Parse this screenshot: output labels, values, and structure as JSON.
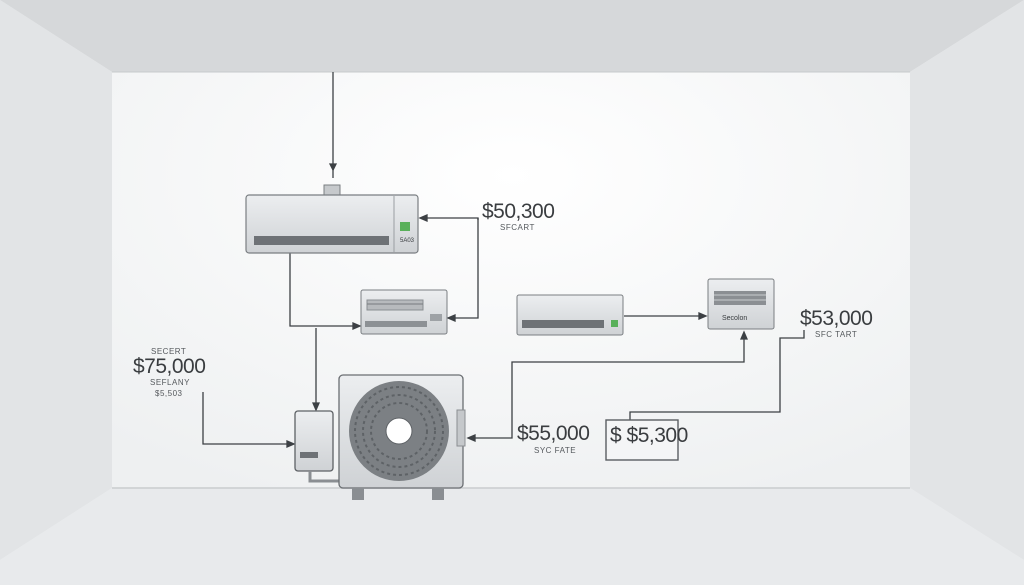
{
  "colors": {
    "wall": "#eef0f1",
    "ceiling": "#d7d9db",
    "floor": "#e4e6e8",
    "line": "#3c4044",
    "unit_body": "#dcdfe1",
    "led": "#59b05a"
  },
  "units": {
    "indoor_wall": {
      "small_label": "5A03",
      "has_led": true
    },
    "indoor_ceiling_cassette": {
      "has_led": false
    },
    "indoor_right_wall": {
      "has_led": true
    },
    "indoor_vent": {
      "label": "Secolon"
    },
    "outdoor_condenser": {
      "icon": "fan-icon"
    },
    "controller": {
      "icon": "control-box-icon"
    }
  },
  "annotations": {
    "top": {
      "price": "$50,300",
      "sub": "SFCART"
    },
    "left": {
      "top_label": "SECERT",
      "price": "$75,000",
      "sub1": "SEFLANY",
      "sub2": "$5,503"
    },
    "center": {
      "price": "$55,000",
      "sub": "SYC FATE"
    },
    "right": {
      "price": "$53,000",
      "sub": "SFC TART"
    },
    "boxed": {
      "price": "$ $5,300"
    }
  }
}
